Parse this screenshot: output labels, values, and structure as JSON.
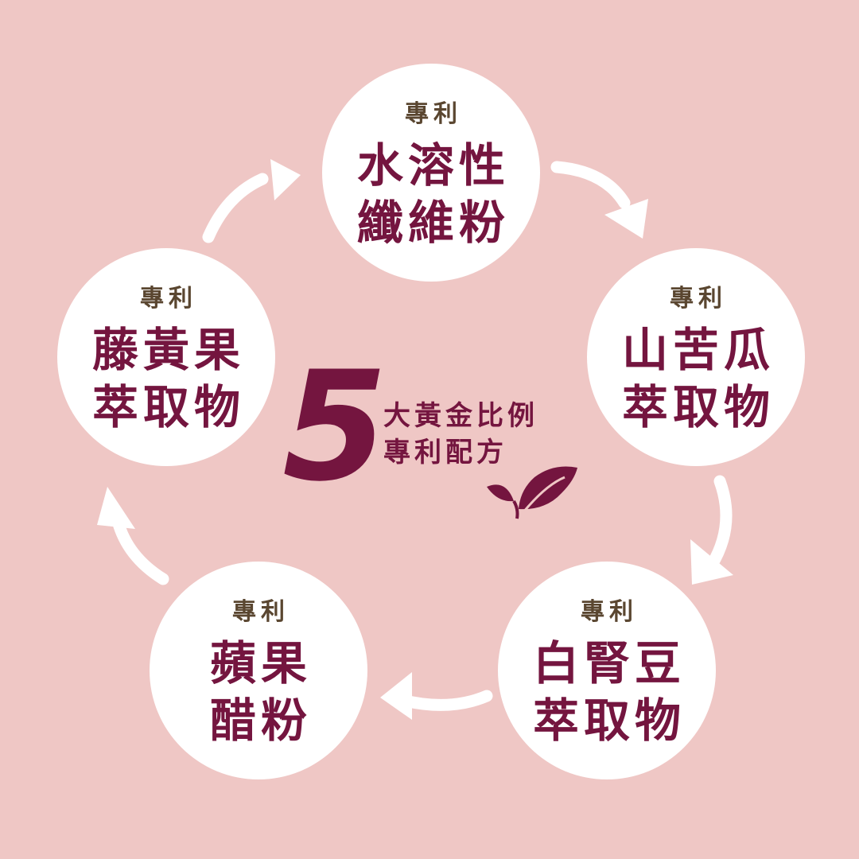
{
  "colors": {
    "background": "#efc7c5",
    "circle": "#ffffff",
    "title": "#74153f",
    "tag": "#5a4630",
    "arrow": "#ffffff"
  },
  "ingredients": [
    {
      "tag": "專利",
      "line1": "水溶性",
      "line2": "纖維粉"
    },
    {
      "tag": "專利",
      "line1": "山苦瓜",
      "line2": "萃取物"
    },
    {
      "tag": "專利",
      "line1": "白腎豆",
      "line2": "萃取物"
    },
    {
      "tag": "專利",
      "line1": "蘋果",
      "line2": "醋粉"
    },
    {
      "tag": "專利",
      "line1": "藤黃果",
      "line2": "萃取物"
    }
  ],
  "center": {
    "number": "5",
    "line1": "大黃金比例",
    "line2": "專利配方",
    "icon": "leaf-icon"
  }
}
